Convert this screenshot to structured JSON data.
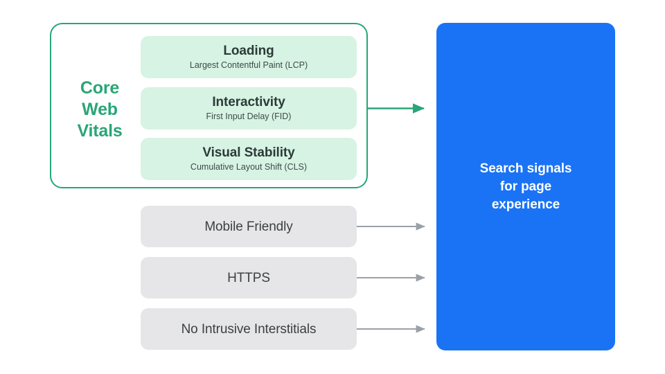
{
  "diagram": {
    "title": "Search signals for page experience",
    "core_web_vitals": {
      "group_label": "Core\nWeb\nVitals",
      "group_color": "#2aa577",
      "border_color": "#27a578",
      "card_color": "#d7f3e3",
      "items": [
        {
          "title": "Loading",
          "subtitle": "Largest Contentful Paint (LCP)"
        },
        {
          "title": "Interactivity",
          "subtitle": "First Input Delay (FID)"
        },
        {
          "title": "Visual Stability",
          "subtitle": "Cumulative Layout Shift (CLS)"
        }
      ]
    },
    "other_signals": {
      "card_color": "#e6e6e8",
      "text_color": "#3c4043",
      "items": [
        {
          "label": "Mobile Friendly"
        },
        {
          "label": "HTTPS"
        },
        {
          "label": "No Intrusive Interstitials"
        }
      ]
    },
    "output": {
      "label": "Search signals\nfor page\nexperience",
      "panel_color": "#1a73f5",
      "text_color": "#ffffff"
    },
    "connectors": {
      "vitals_arrow_color": "#2aa577",
      "signal_arrow_color": "#9aa0a6"
    }
  }
}
